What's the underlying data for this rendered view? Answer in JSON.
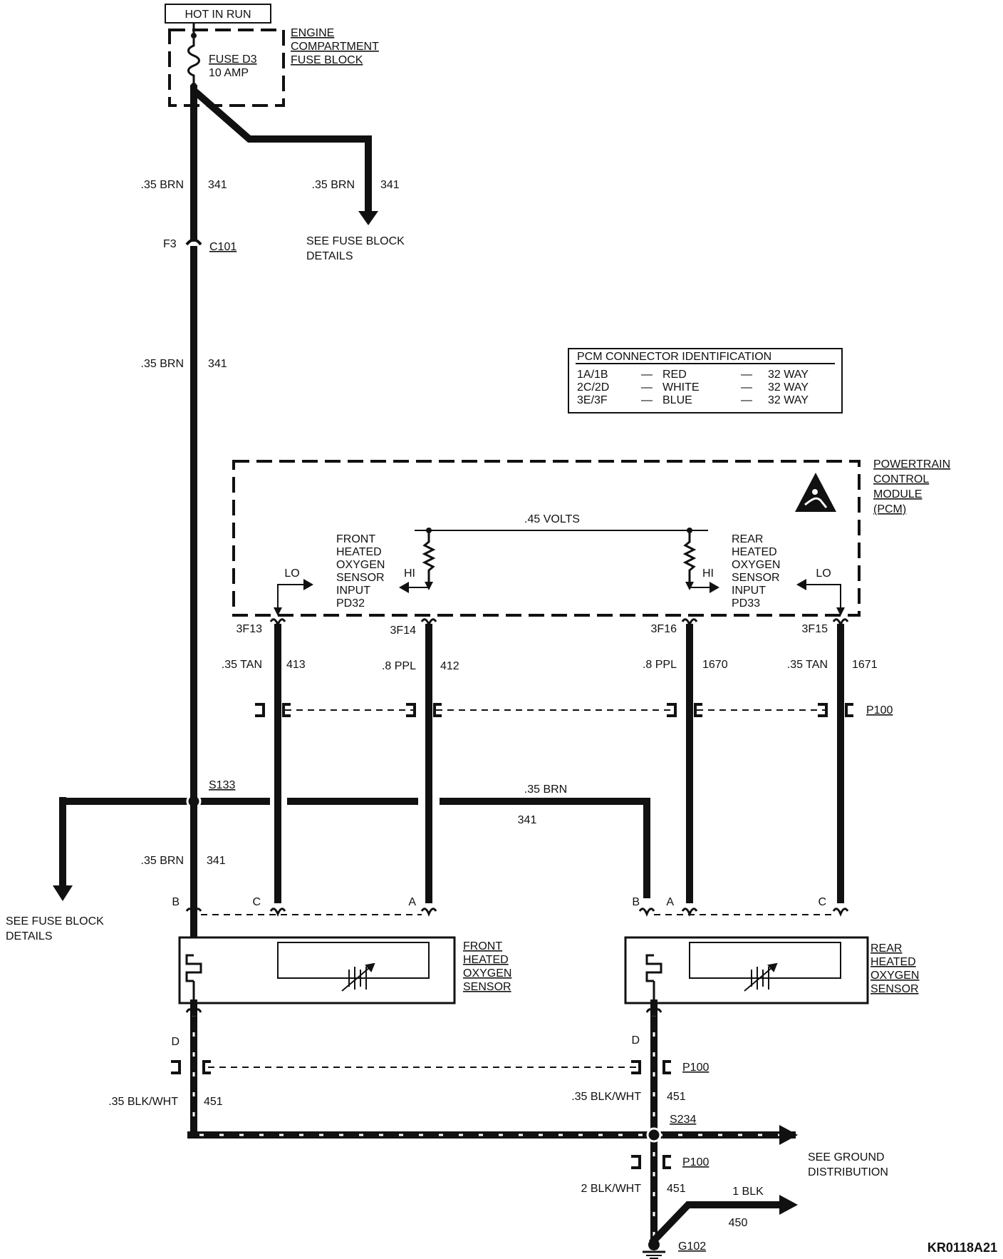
{
  "top_box": "HOT IN RUN",
  "fuse_block": {
    "title_lines": [
      "ENGINE",
      "COMPARTMENT",
      "FUSE BLOCK"
    ],
    "fuse_name": "FUSE D3",
    "fuse_rating": "10 AMP"
  },
  "wires": {
    "brn_top_left_gauge": ".35 BRN",
    "brn_top_left_circuit": "341",
    "brn_top_right_gauge": ".35 BRN",
    "brn_top_right_circuit": "341",
    "brn_mid_gauge": ".35 BRN",
    "brn_mid_circuit": "341",
    "brn_lower_gauge": ".35 BRN",
    "brn_lower_circuit": "341",
    "brn_horiz_gauge": ".35 BRN",
    "brn_horiz_circuit": "341",
    "tan_front_gauge": ".35 TAN",
    "tan_front_circuit": "413",
    "ppl_front_gauge": ".8 PPL",
    "ppl_front_circuit": "412",
    "ppl_rear_gauge": ".8 PPL",
    "ppl_rear_circuit": "1670",
    "tan_rear_gauge": ".35 TAN",
    "tan_rear_circuit": "1671",
    "gnd_front_gauge": ".35 BLK/WHT",
    "gnd_front_circuit": "451",
    "gnd_rear_gauge": ".35 BLK/WHT",
    "gnd_rear_circuit": "451",
    "gnd_main_gauge": "2 BLK/WHT",
    "gnd_main_circuit": "451",
    "gnd_blk_gauge": "1 BLK",
    "gnd_blk_circuit": "450"
  },
  "see_fuse_block_top": [
    "SEE FUSE BLOCK",
    "DETAILS"
  ],
  "see_fuse_block_left": [
    "SEE FUSE BLOCK",
    "DETAILS"
  ],
  "see_ground": [
    "SEE GROUND",
    "DISTRIBUTION"
  ],
  "connectors": {
    "f3": "F3",
    "c101": "C101",
    "s133": "S133",
    "p100_upper": "P100",
    "p100_mid": "P100",
    "p100_lower": "P100",
    "s234": "S234",
    "g102": "G102",
    "pin_3f13": "3F13",
    "pin_3f14": "3F14",
    "pin_3f16": "3F16",
    "pin_3f15": "3F15",
    "pin_b_front": "B",
    "pin_c_front": "C",
    "pin_a_front": "A",
    "pin_b_rear": "B",
    "pin_a_rear": "A",
    "pin_c_rear": "C",
    "pin_d_front": "D",
    "pin_d_rear": "D"
  },
  "pcm_table": {
    "title": "PCM CONNECTOR IDENTIFICATION",
    "rows": [
      {
        "id": "1A/1B",
        "dash1": "—",
        "color": "RED",
        "dash2": "—",
        "ways": "32 WAY"
      },
      {
        "id": "2C/2D",
        "dash1": "—",
        "color": "WHITE",
        "dash2": "—",
        "ways": "32 WAY"
      },
      {
        "id": "3E/3F",
        "dash1": "—",
        "color": "BLUE",
        "dash2": "—",
        "ways": "32 WAY"
      }
    ]
  },
  "pcm": {
    "title_lines": [
      "POWERTRAIN",
      "CONTROL",
      "MODULE",
      "(PCM)"
    ],
    "volts": ".45 VOLTS",
    "front_input_lines": [
      "FRONT",
      "HEATED",
      "OXYGEN",
      "SENSOR",
      "INPUT",
      "PD32"
    ],
    "rear_input_lines": [
      "REAR",
      "HEATED",
      "OXYGEN",
      "SENSOR",
      "INPUT",
      "PD33"
    ],
    "lo_front": "LO",
    "hi_front": "HI",
    "hi_rear": "HI",
    "lo_rear": "LO"
  },
  "front_sensor_lines": [
    "FRONT",
    "HEATED",
    "OXYGEN",
    "SENSOR"
  ],
  "rear_sensor_lines": [
    "REAR",
    "HEATED",
    "OXYGEN",
    "SENSOR"
  ],
  "figure_code": "KR0118A21"
}
